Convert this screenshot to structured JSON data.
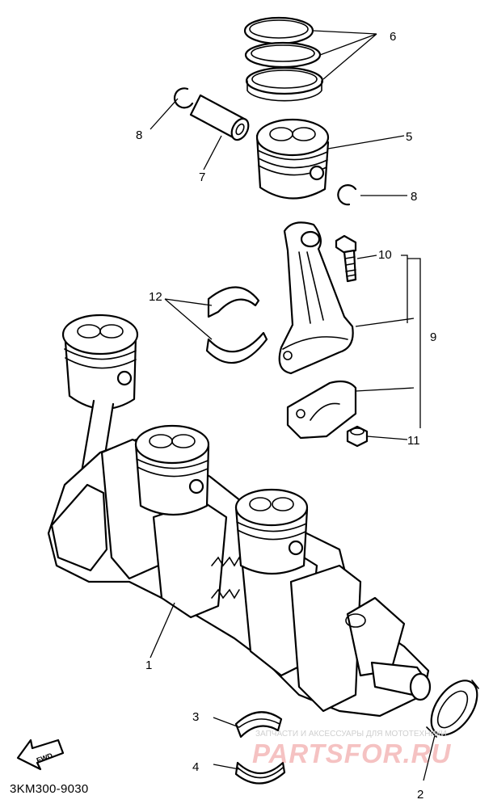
{
  "callouts": {
    "c1": "1",
    "c2": "2",
    "c3": "3",
    "c4": "4",
    "c5": "5",
    "c6": "6",
    "c7": "7",
    "c8a": "8",
    "c8b": "8",
    "c9": "9",
    "c10": "10",
    "c11": "11",
    "c12": "12"
  },
  "fwd_label": "FWD",
  "diagram_code": "3KM300-9030",
  "watermark": {
    "caption": "ЗАПЧАСТИ И АКСЕССУАРЫ ДЛЯ МОТОТЕХНИКИ",
    "site": "PARTSFOR.RU"
  }
}
